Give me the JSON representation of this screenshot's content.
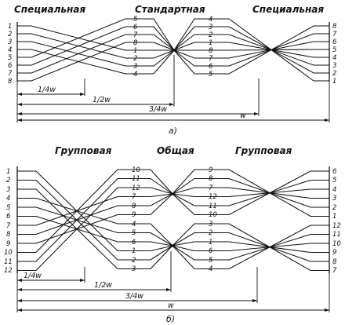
{
  "diagram_a": {
    "headers": {
      "left": "Специальная",
      "center": "Стандартная",
      "right": "Специальная"
    },
    "left_numbers": [
      "1",
      "2",
      "3",
      "4",
      "5",
      "6",
      "7",
      "8"
    ],
    "mid_left_numbers": [
      "5",
      "6",
      "7",
      "8",
      "1",
      "2",
      "3",
      "4"
    ],
    "mid_right_numbers": [
      "4",
      "3",
      "2",
      "1",
      "8",
      "7",
      "6",
      "5"
    ],
    "right_numbers": [
      "8",
      "7",
      "6",
      "5",
      "4",
      "3",
      "2",
      "1"
    ],
    "dimensions": {
      "quarter": "1/4w",
      "half": "1/2w",
      "three_quarter": "3/4w",
      "full": "w"
    },
    "caption": "а)"
  },
  "diagram_b": {
    "headers": {
      "left": "Групповая",
      "center": "Общая",
      "right": "Групповая"
    },
    "left_numbers": [
      "1",
      "2",
      "3",
      "4",
      "5",
      "6",
      "7",
      "8",
      "9",
      "10",
      "11",
      "12"
    ],
    "mid_left_numbers": [
      "10",
      "11",
      "12",
      "7",
      "8",
      "9",
      "4",
      "5",
      "6",
      "1",
      "2",
      "3"
    ],
    "mid_right_numbers": [
      "9",
      "8",
      "7",
      "12",
      "11",
      "10",
      "3",
      "2",
      "1",
      "6",
      "5",
      "4"
    ],
    "right_numbers": [
      "6",
      "5",
      "4",
      "3",
      "2",
      "1",
      "12",
      "11",
      "10",
      "9",
      "8",
      "7"
    ],
    "dimensions": {
      "quarter": "1/4w",
      "half": "1/2w",
      "three_quarter": "3/4w",
      "full": "w"
    },
    "caption": "б)"
  }
}
